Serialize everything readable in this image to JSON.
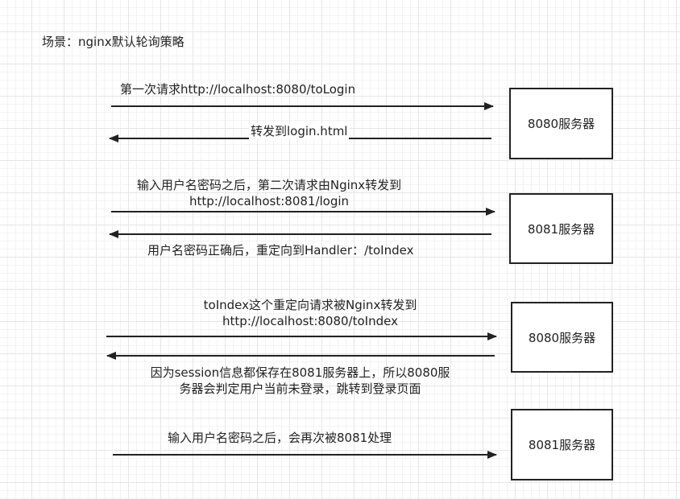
{
  "scene_title": "场景：nginx默认轮询策略",
  "servers": [
    {
      "label": "8080服务器"
    },
    {
      "label": "8081服务器"
    },
    {
      "label": "8080服务器"
    },
    {
      "label": "8081服务器"
    }
  ],
  "messages": {
    "m1": "第一次请求http://localhost:8080/toLogin",
    "m2": "转发到login.html",
    "m3_line1": "输入用户名密码之后，第二次请求由Nginx转发到",
    "m3_line2": "http://localhost:8081/login",
    "m4": "用户名密码正确后，重定向到Handler：/toIndex",
    "m5_line1": "toIndex这个重定向请求被Nginx转发到",
    "m5_line2": "http://localhost:8080/toIndex",
    "m6_line1": "因为session信息都保存在8081服务器上，所以8080服",
    "m6_line2": "务器会判定用户当前未登录，跳转到登录页面",
    "m7": "输入用户名密码之后，会再次被8081处理"
  }
}
